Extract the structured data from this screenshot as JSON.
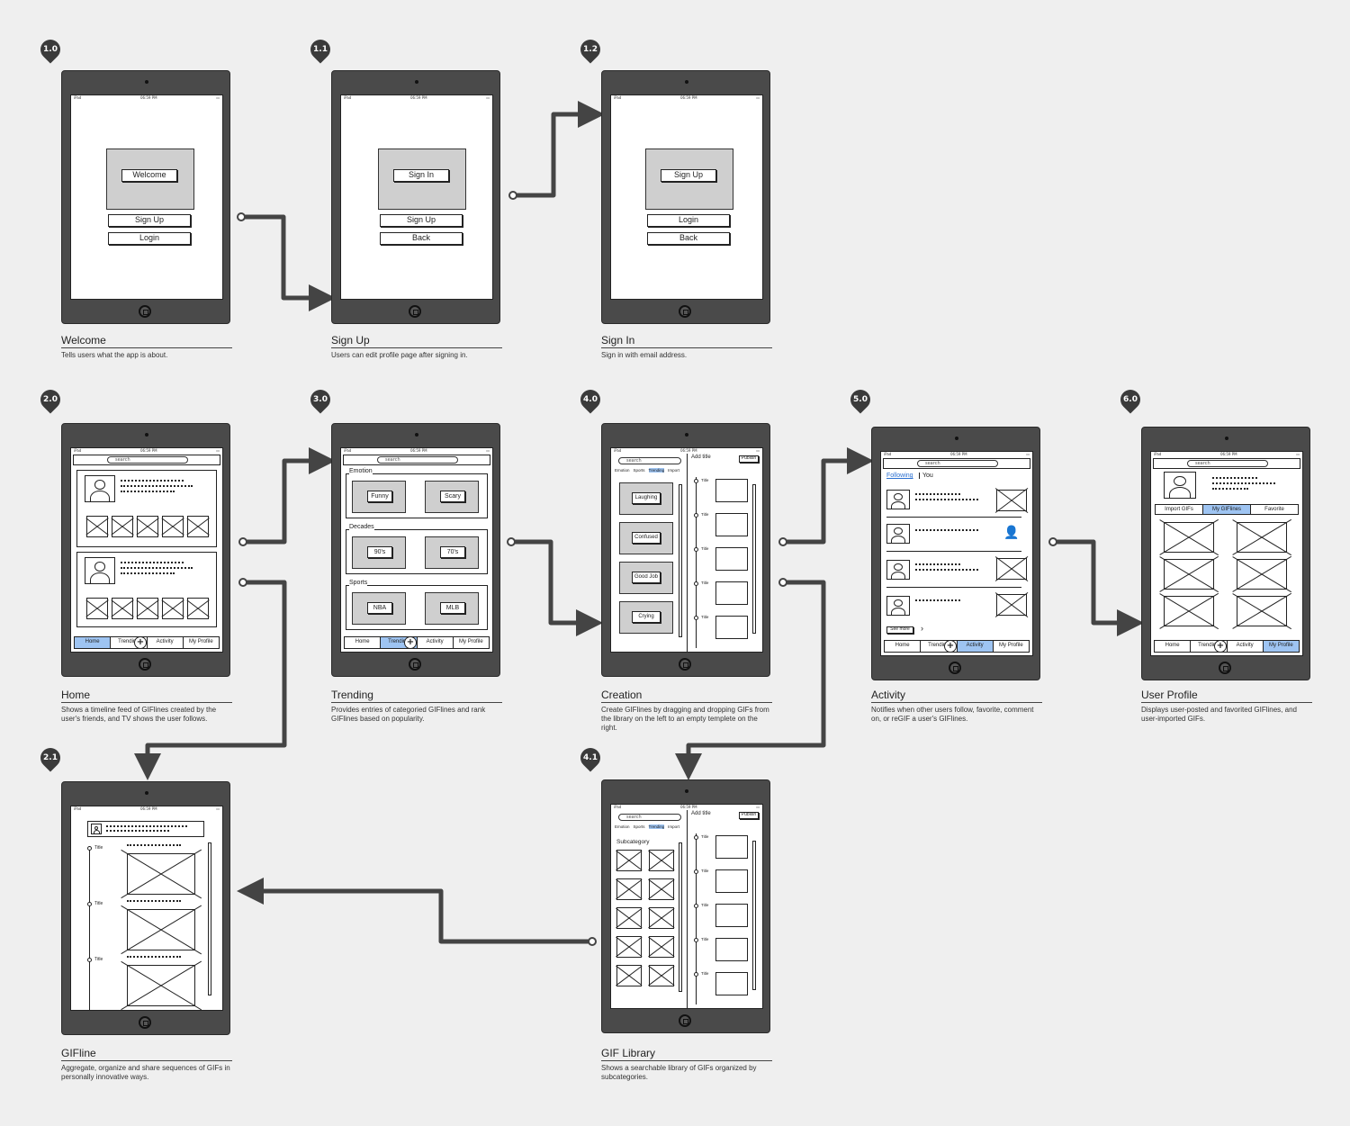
{
  "colors": {
    "background": "#efefef",
    "device": "#4a4a4a",
    "connector": "#444444",
    "highlight": "#9ec4f2",
    "placeholder": "#cfcfcf"
  },
  "status": {
    "carrier": "iPad",
    "time": "06:59 PM"
  },
  "search_placeholder": "search",
  "tabbar": {
    "home": "Home",
    "trending": "Trending",
    "activity": "Activity",
    "profile": "My Profile",
    "plus": "+"
  },
  "screens": {
    "welcome": {
      "pin": "1.0",
      "title": "Welcome",
      "desc": "Tells users what the app is about.",
      "header_btn": "Welcome",
      "btn1": "Sign Up",
      "btn2": "Login"
    },
    "signup": {
      "pin": "1.1",
      "title": "Sign Up",
      "desc": "Users can edit profile page after signing in.",
      "header_btn": "Sign In",
      "btn1": "Sign Up",
      "btn2": "Back"
    },
    "signin": {
      "pin": "1.2",
      "title": "Sign In",
      "desc": "Sign in with email address.",
      "header_btn": "Sign Up",
      "btn1": "Login",
      "btn2": "Back"
    },
    "home": {
      "pin": "2.0",
      "title": "Home",
      "desc": "Shows a timeline feed of GIFlines created by the user's friends, and TV shows the user follows."
    },
    "trending": {
      "pin": "3.0",
      "title": "Trending",
      "desc": "Provides entries of categoried GIFlines and rank GIFlines based on popularity.",
      "groups": [
        {
          "label": "Emotion",
          "items": [
            "Funny",
            "Scary"
          ]
        },
        {
          "label": "Decades",
          "items": [
            "90's",
            "70's"
          ]
        },
        {
          "label": "Sports",
          "items": [
            "NBA",
            "MLB"
          ]
        }
      ]
    },
    "creation": {
      "pin": "4.0",
      "title": "Creation",
      "desc": "Create GIFlines by dragging and dropping GIFs from the library on the left to an empty templete on the right.",
      "tabs": [
        "Emotion",
        "Sports",
        "Trending",
        "Import"
      ],
      "library": [
        "Laughing",
        "Confused",
        "Good Job",
        "Crying"
      ],
      "add_title": "Add title",
      "publish": "Publish",
      "slot_label": "Title"
    },
    "activity": {
      "pin": "5.0",
      "title": "Activity",
      "desc": "Notifies when other users follow, favorite, comment on, or reGIF a user's GIFlines.",
      "following": "Following",
      "you": "You",
      "see_more": "See more",
      "chevron": "›"
    },
    "profile": {
      "pin": "6.0",
      "title": "User Profile",
      "desc": "Displays user-posted and favorited GIFlines, and user-imported GIFs.",
      "tabs": [
        "Import GIFs",
        "My GIFlines",
        "Favorite"
      ]
    },
    "gifline": {
      "pin": "2.1",
      "title": "GIFline",
      "desc": "Aggregate, organize and share sequences of GIFs in personally innovative ways.",
      "slot_label": "Title"
    },
    "library": {
      "pin": "4.1",
      "title": "GIF Library",
      "desc": "Shows a searchable library of GIFs organized by subcategories.",
      "subcategory": "Subcategory"
    }
  }
}
